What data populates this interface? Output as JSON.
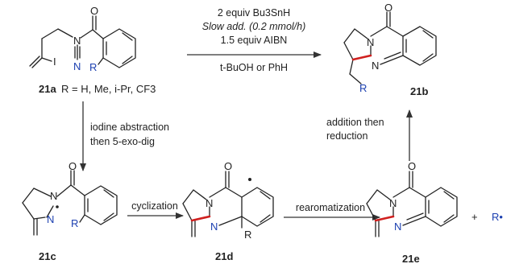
{
  "compounds": {
    "c21a": "21a",
    "c21a_r": "R = H, Me, i-Pr, CF3",
    "c21b": "21b",
    "c21c": "21c",
    "c21d": "21d",
    "c21e": "21e",
    "radical": "R•"
  },
  "atoms": {
    "O": "O",
    "N": "N",
    "I": "I",
    "R": "R"
  },
  "conditions": {
    "top_line1": "2 equiv Bu3SnH",
    "top_line2": "Slow add. (0.2 mmol/h)",
    "top_line3": "1.5 equiv AIBN",
    "top_line4": "t-BuOH or PhH",
    "left_line1": "iodine abstraction",
    "left_line2": "then 5-exo-dig",
    "cyclization": "cyclization",
    "rearomatization": "rearomatization",
    "right_line1": "addition then",
    "right_line2": "reduction",
    "plus": "+"
  },
  "colors": {
    "highlight_bond": "#d0201f",
    "heteroatom": "#1b3fb0"
  }
}
